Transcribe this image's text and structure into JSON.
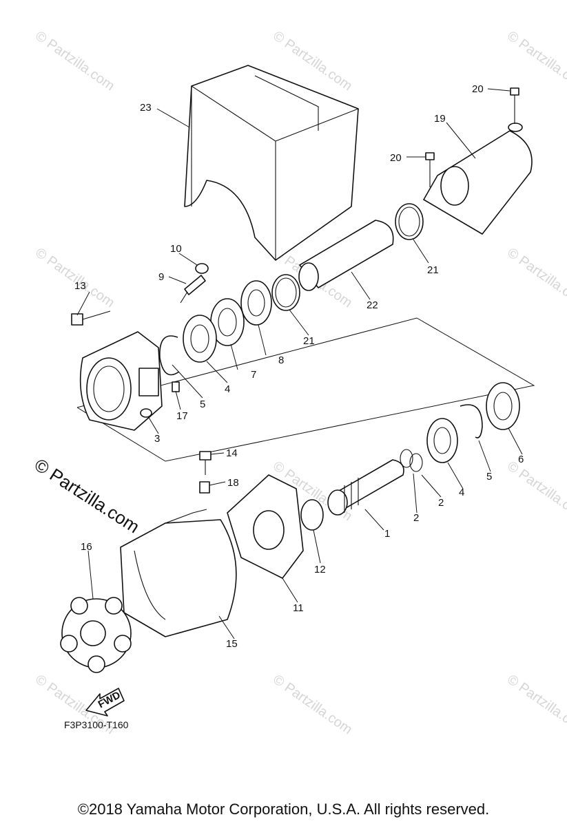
{
  "diagram": {
    "callouts": [
      "1",
      "2",
      "2",
      "3",
      "4",
      "4",
      "5",
      "5",
      "6",
      "7",
      "8",
      "9",
      "10",
      "11",
      "12",
      "13",
      "14",
      "15",
      "16",
      "17",
      "18",
      "19",
      "20",
      "20",
      "21",
      "21",
      "22",
      "23"
    ],
    "fwd_label": "FWD",
    "code": "F3P3100-T160",
    "watermark": "© Partzilla.com",
    "watermark_tile": "© Partzilla.com"
  },
  "footer": {
    "copyright": "©2018  Yamaha Motor Corporation, U.S.A. All rights reserved."
  }
}
